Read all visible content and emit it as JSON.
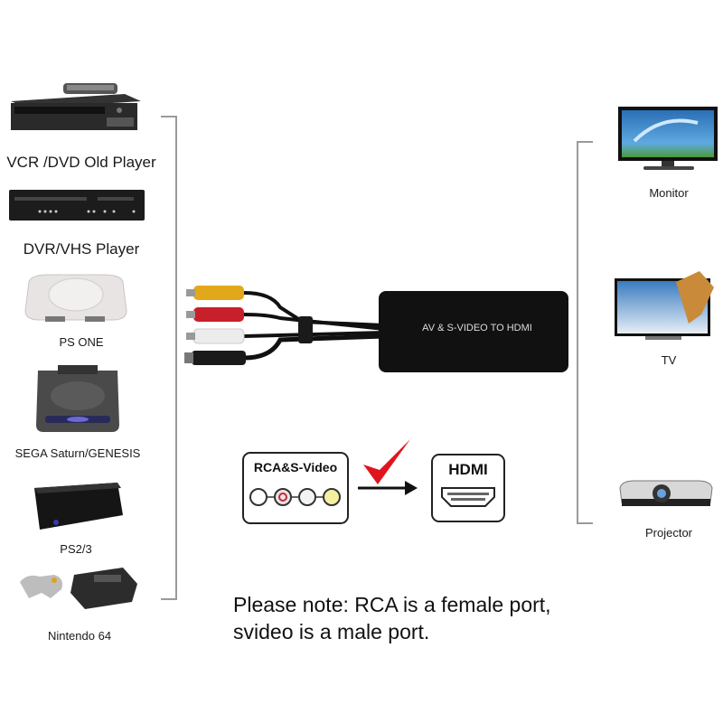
{
  "sources": {
    "items": [
      {
        "label": "VCR /DVD Old Player",
        "icon": "vcr-icon"
      },
      {
        "label": "DVR/VHS Player",
        "icon": "dvr-vhs-icon"
      },
      {
        "label": "PS ONE",
        "icon": "ps-one-console-icon"
      },
      {
        "label": "SEGA Saturn/GENESIS",
        "icon": "sega-console-icon"
      },
      {
        "label": "PS2/3",
        "icon": "ps2-console-icon"
      },
      {
        "label": "Nintendo 64",
        "icon": "n64-console-icon"
      }
    ]
  },
  "converter": {
    "label": "AV & S-VIDEO TO HDMI",
    "plug_colors": {
      "yellow": "#e2a81c",
      "red": "#c8202a",
      "white": "#e8e8e8",
      "black": "#1a1a1a"
    }
  },
  "diagram": {
    "input_label": "RCA&S-Video",
    "output_label": "HDMI",
    "check_color": "#e0141e"
  },
  "displays": {
    "items": [
      {
        "label": "Monitor",
        "icon": "monitor-icon"
      },
      {
        "label": "TV",
        "icon": "tv-icon"
      },
      {
        "label": "Projector",
        "icon": "projector-icon"
      }
    ]
  },
  "note": {
    "line1": "Please note: RCA is a female port,",
    "line2": "svideo is a male port."
  }
}
